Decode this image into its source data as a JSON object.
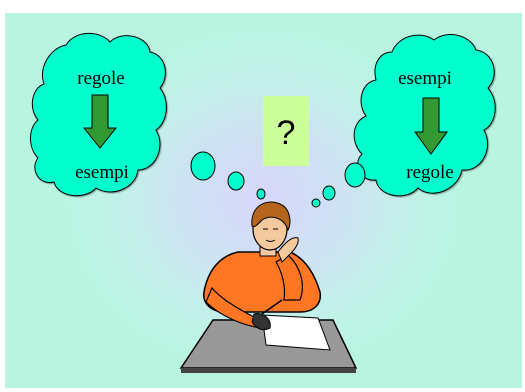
{
  "clouds": {
    "left": {
      "top_label": "regole",
      "bottom_label": "esempi"
    },
    "right": {
      "top_label": "esempi",
      "bottom_label": "regole"
    }
  },
  "question": {
    "text": "?"
  },
  "colors": {
    "cloud_fill": "#00ffcc",
    "arrow_fill": "#339933",
    "question_box": "#ccff99"
  },
  "icons": {
    "student": "thinking-student-icon",
    "arrow": "arrow-down-icon"
  }
}
